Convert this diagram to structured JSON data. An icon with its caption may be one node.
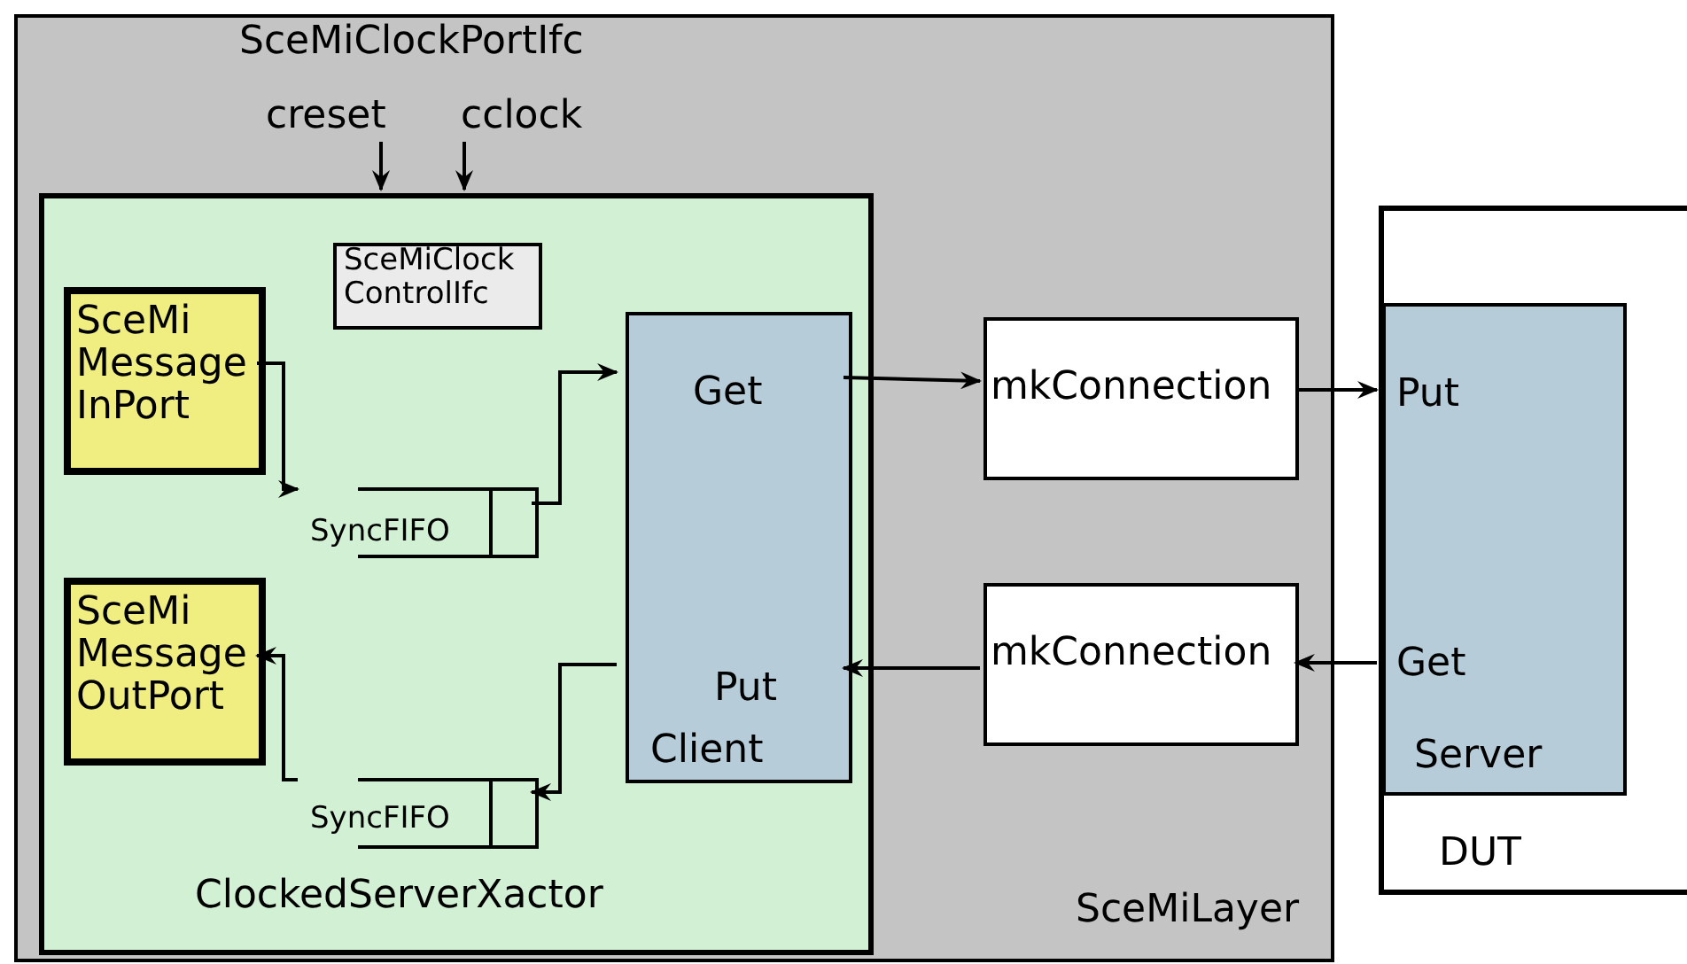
{
  "diagram": {
    "nodes": [
      {
        "text": [
          "SceMiLayer"
        ]
      },
      {
        "text": [
          "ClockedServerXactor"
        ],
        "in": 0
      },
      {
        "text": [
          "SceMiClock ControlIfc"
        ],
        "in": 1
      },
      {
        "text": [
          "SceMi Message InPort"
        ],
        "in": 1
      },
      {
        "text": [
          "SceMi Message OutPort"
        ],
        "in": 1
      },
      {
        "text": [
          "SyncFIFO"
        ],
        "in": 1
      },
      {
        "text": [
          "SyncFIFO"
        ],
        "in": 1
      },
      {
        "text": [
          "Get",
          "Put",
          "Client"
        ],
        "in": 1
      },
      {
        "text": [
          "mkConnection"
        ],
        "in": 0
      },
      {
        "text": [
          "mkConnection"
        ],
        "in": 0
      },
      {
        "text": [
          "DUT"
        ]
      },
      {
        "text": [
          "Put",
          "Get",
          "Server"
        ],
        "in": 10
      },
      {
        "text": [
          "creset"
        ],
        "in": 0
      },
      {
        "text": [
          "cclock"
        ],
        "in": 0
      }
    ],
    "edges": [
      {
        "from": 3,
        "to": 5,
        "arrow": "to"
      },
      {
        "from": 5,
        "to": 7,
        "arrow": "to"
      },
      {
        "from": 7,
        "to": 6,
        "arrow": "to"
      },
      {
        "from": 6,
        "to": 4,
        "arrow": "to"
      },
      {
        "from": 7,
        "to": 8,
        "arrow": "to"
      },
      {
        "from": 8,
        "to": 11,
        "arrow": "to"
      },
      {
        "from": 11,
        "to": 9,
        "arrow": "to"
      },
      {
        "from": 9,
        "to": 7,
        "arrow": "to"
      },
      {
        "from": 12,
        "to": 1,
        "arrow": "to"
      },
      {
        "from": 13,
        "to": 1,
        "arrow": "to"
      }
    ],
    "labels": [
      "SceMiClockPortIfc"
    ]
  }
}
